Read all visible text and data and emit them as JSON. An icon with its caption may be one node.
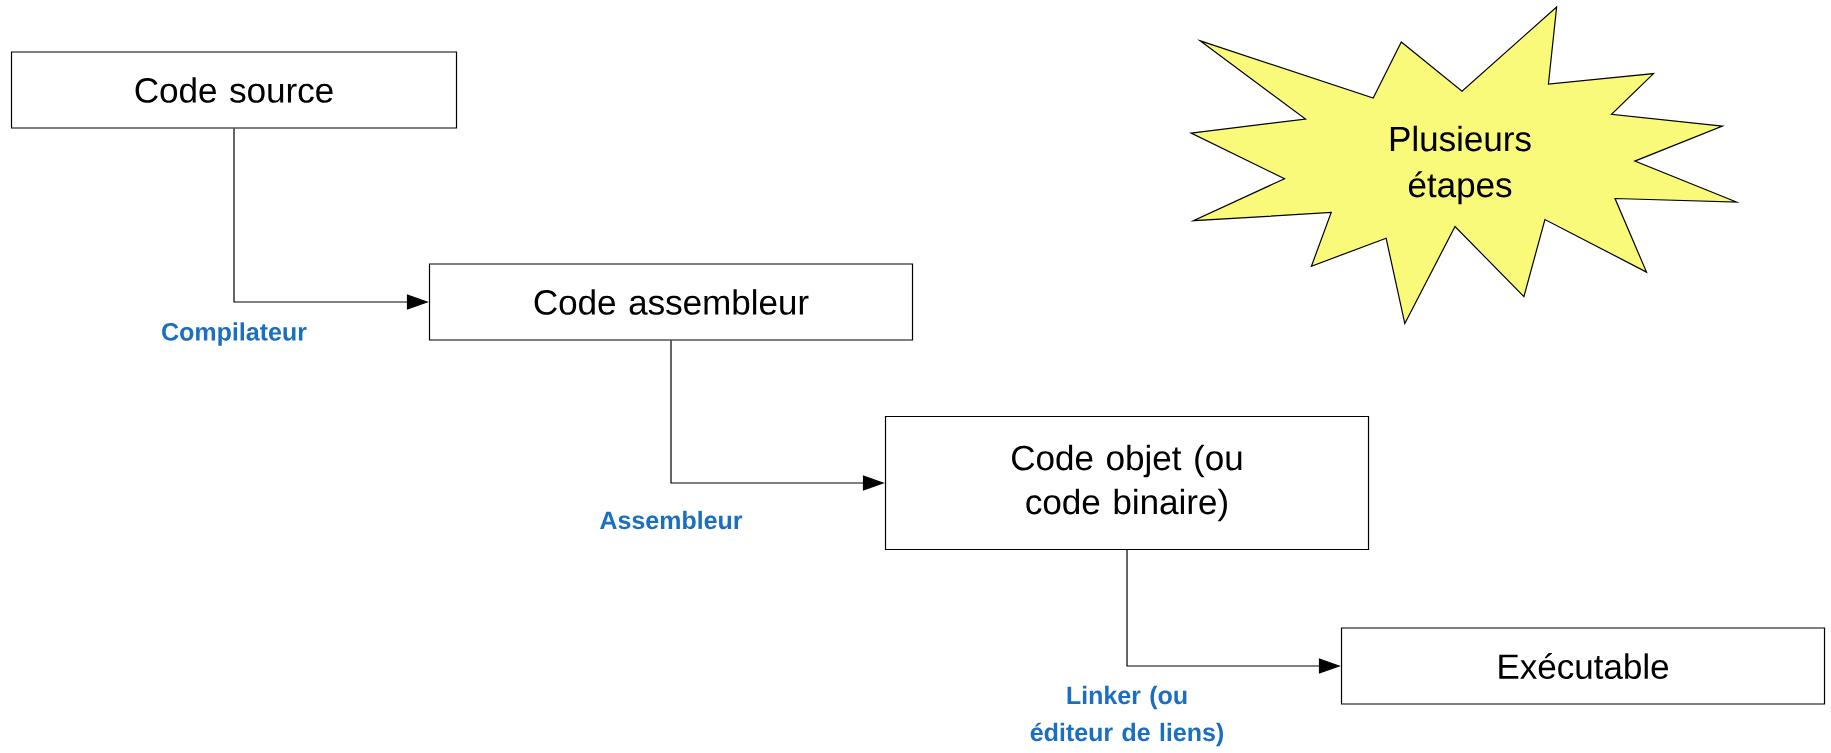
{
  "diagram": {
    "nodes": [
      {
        "text": [
          "Code source"
        ]
      },
      {
        "text": [
          "Code assembleur"
        ]
      },
      {
        "text": [
          "Code objet (ou code binaire)"
        ]
      },
      {
        "text": [
          "Exécutable"
        ]
      },
      {
        "text": [
          "Plusieurs étapes"
        ]
      }
    ],
    "edges": [
      {
        "from": 0,
        "to": 1,
        "arrow": "to",
        "label": "Compilateur"
      },
      {
        "from": 1,
        "to": 2,
        "arrow": "to",
        "label": "Assembleur"
      },
      {
        "from": 2,
        "to": 3,
        "arrow": "to",
        "label": "Linker (ou éditeur de liens)"
      }
    ]
  }
}
